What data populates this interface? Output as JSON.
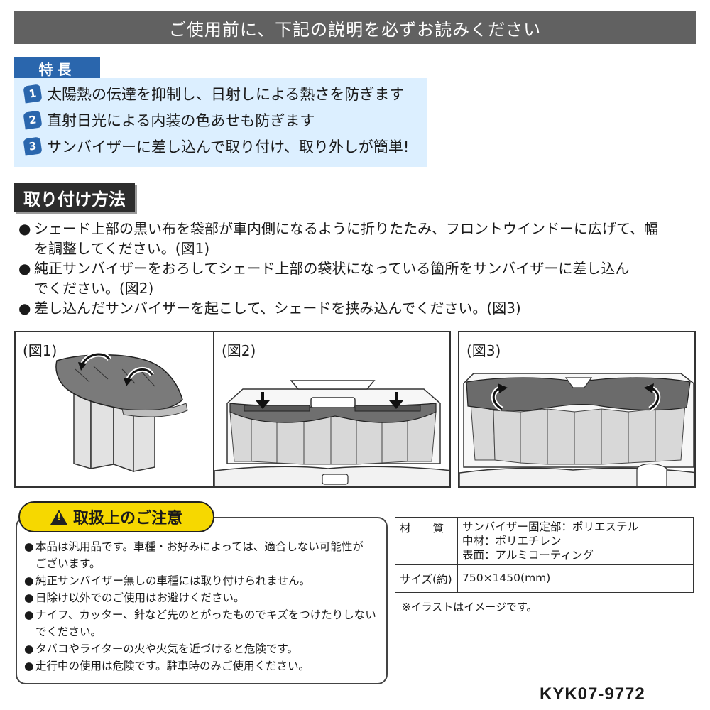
{
  "banner": {
    "text": "ご使用前に、下記の説明を必ずお読みください"
  },
  "features": {
    "heading": "特長",
    "items": [
      {
        "num": "1",
        "text": "太陽熱の伝達を抑制し、日射しによる熱さを防ぎます"
      },
      {
        "num": "2",
        "text": "直射日光による内装の色あせも防ぎます"
      },
      {
        "num": "3",
        "text": "サンバイザーに差し込んで取り付け、取り外しが簡単!"
      }
    ]
  },
  "mounting": {
    "heading": "取り付け方法",
    "bullet": "●",
    "steps": [
      {
        "line1": "シェード上部の黒い布を袋部が車内側になるように折りたたみ、フロントウインドーに広げて、幅",
        "line2": "を調整してください。(図1)"
      },
      {
        "line1": "純正サンバイザーをおろしてシェード上部の袋状になっている箇所をサンバイザーに差し込ん",
        "line2": "でください。(図2)"
      },
      {
        "line1": "差し込んだサンバイザーを起こして、シェードを挟み込んでください。(図3)",
        "line2": ""
      }
    ]
  },
  "figures": [
    {
      "label": "(図1)"
    },
    {
      "label": "(図2)"
    },
    {
      "label": "(図3)"
    }
  ],
  "caution": {
    "heading": "取扱上のご注意",
    "icon": "warning-icon",
    "bullet": "●",
    "items": [
      {
        "line1": "本品は汎用品です。車種・お好みによっては、適合しない可能性が",
        "line2": "ございます。"
      },
      {
        "line1": "純正サンバイザー無しの車種には取り付けられません。",
        "line2": ""
      },
      {
        "line1": "日除け以外でのご使用はお避けください。",
        "line2": ""
      },
      {
        "line1": "ナイフ、カッター、針など先のとがったものでキズをつけたりしない",
        "line2": "でください。"
      },
      {
        "line1": "タバコやライターの火や火気を近づけると危険です。",
        "line2": ""
      },
      {
        "line1": "走行中の使用は危険です。駐車時のみご使用ください。",
        "line2": ""
      }
    ]
  },
  "spec": {
    "material_label": "材　　質",
    "material_lines": [
      "サンバイザー固定部：ポリエステル",
      "中材：ポリエチレン",
      "表面：アルミコーティング"
    ],
    "size_label": "サイズ(約)",
    "size_value": "750×1450(mm)",
    "note": "※イラストはイメージです。"
  },
  "model_code": "KYK07-9772",
  "colors": {
    "banner": "#616161",
    "accent_blue": "#2a66ad",
    "feature_bg": "#dcefff",
    "caution_yellow": "#f6d800"
  }
}
